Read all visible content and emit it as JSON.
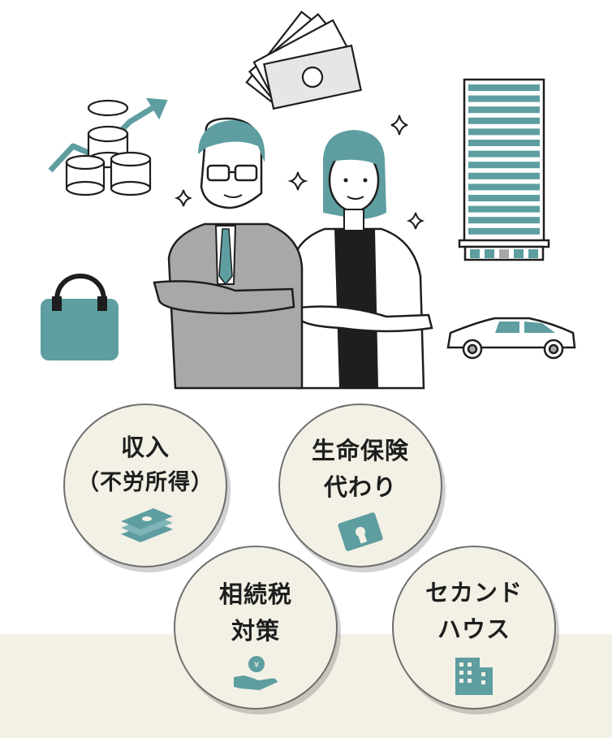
{
  "colors": {
    "teal": "#5e9ea0",
    "beige": "#f3f1e6",
    "circle_fill": "#f3f1e6",
    "circle_border": "#6e6e6e",
    "text": "#1e1e1e",
    "suit_gray": "#a8a8a8"
  },
  "illustration": {
    "items": [
      "coin-stack-icon",
      "banknotes-icon",
      "office-building-icon",
      "handbag-icon",
      "car-icon",
      "businessman",
      "businesswoman",
      "sparkle-icon"
    ]
  },
  "badges": [
    {
      "line1": "収入",
      "line2": "（不労所得）",
      "icon": "money-stack-icon"
    },
    {
      "line1": "生命保険",
      "line2": "代わり",
      "icon": "insurance-card-icon"
    },
    {
      "line1": "相続税",
      "line2": "対策",
      "icon": "hand-coin-icon"
    },
    {
      "line1": "セカンド",
      "line2": "ハウス",
      "icon": "building-icon"
    }
  ]
}
